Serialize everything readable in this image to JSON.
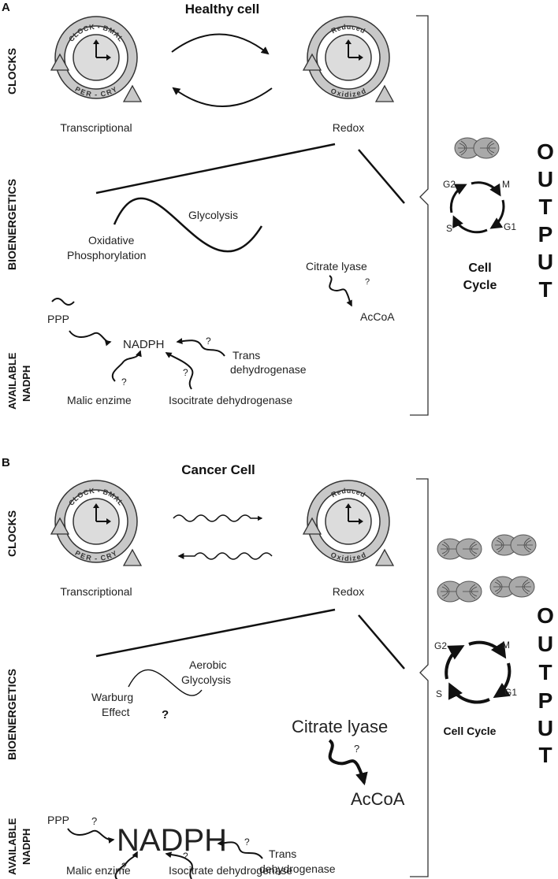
{
  "colors": {
    "ring_fill": "#c8c8c8",
    "clock_face": "#dcdcdc",
    "cell_gray": "#a9a9a9",
    "line": "#111111"
  },
  "panel_a": {
    "letter": "A",
    "title": "Healthy cell",
    "row_labels": {
      "clocks": "CLOCKS",
      "bioenergetics": "BIOENERGETICS",
      "nadph_1": "AVAILABLE",
      "nadph_2": "NADPH"
    },
    "clock_left": {
      "top_label": "CLOCK - BMAL",
      "bottom_label": "PER - CRY",
      "caption": "Transcriptional"
    },
    "clock_right": {
      "top_label": "Reduced",
      "bottom_label": "Oxidized",
      "caption": "Redox"
    },
    "bio": {
      "oxidative_1": "Oxidative",
      "oxidative_2": "Phosphorylation",
      "glycolysis": "Glycolysis"
    },
    "citrate": {
      "lyase": "Citrate lyase",
      "q": "?",
      "acoa": "AcCoA"
    },
    "nadph": {
      "center": "NADPH",
      "ppp": "PPP",
      "malic": "Malic enzime",
      "isocitrate": "Isocitrate dehydrogenase",
      "trans_1": "Trans",
      "trans_2": "dehydrogenase",
      "q": "?"
    },
    "cycle": {
      "g2": "G2",
      "m": "M",
      "s": "S",
      "g1": "G1",
      "title_1": "Cell",
      "title_2": "Cycle"
    },
    "output": [
      "O",
      "U",
      "T",
      "P",
      "U",
      "T"
    ]
  },
  "panel_b": {
    "letter": "B",
    "title": "Cancer Cell",
    "row_labels": {
      "clocks": "CLOCKS",
      "bioenergetics": "BIOENERGETICS",
      "nadph_1": "AVAILABLE",
      "nadph_2": "NADPH"
    },
    "clock_left": {
      "top_label": "CLOCK - BMAL",
      "bottom_label": "PER - CRY",
      "caption": "Transcriptional"
    },
    "clock_right": {
      "top_label": "Reduced",
      "bottom_label": "Oxidized",
      "caption": "Redox"
    },
    "bio": {
      "warburg_1": "Warburg",
      "warburg_2": "Effect",
      "aerobic_1": "Aerobic",
      "aerobic_2": "Glycolysis",
      "q": "?"
    },
    "citrate": {
      "lyase": "Citrate lyase",
      "q": "?",
      "acoa": "AcCoA"
    },
    "nadph": {
      "center": "NADPH",
      "ppp": "PPP",
      "malic": "Malic enzime",
      "isocitrate": "Isocitrate dehydrogenase",
      "trans_1": "Trans",
      "trans_2": "dehydrogenase",
      "q": "?"
    },
    "cycle": {
      "g2": "G2",
      "m": "M",
      "s": "S",
      "g1": "G1",
      "title": "Cell Cycle"
    },
    "output": [
      "O",
      "U",
      "T",
      "P",
      "U",
      "T"
    ]
  }
}
